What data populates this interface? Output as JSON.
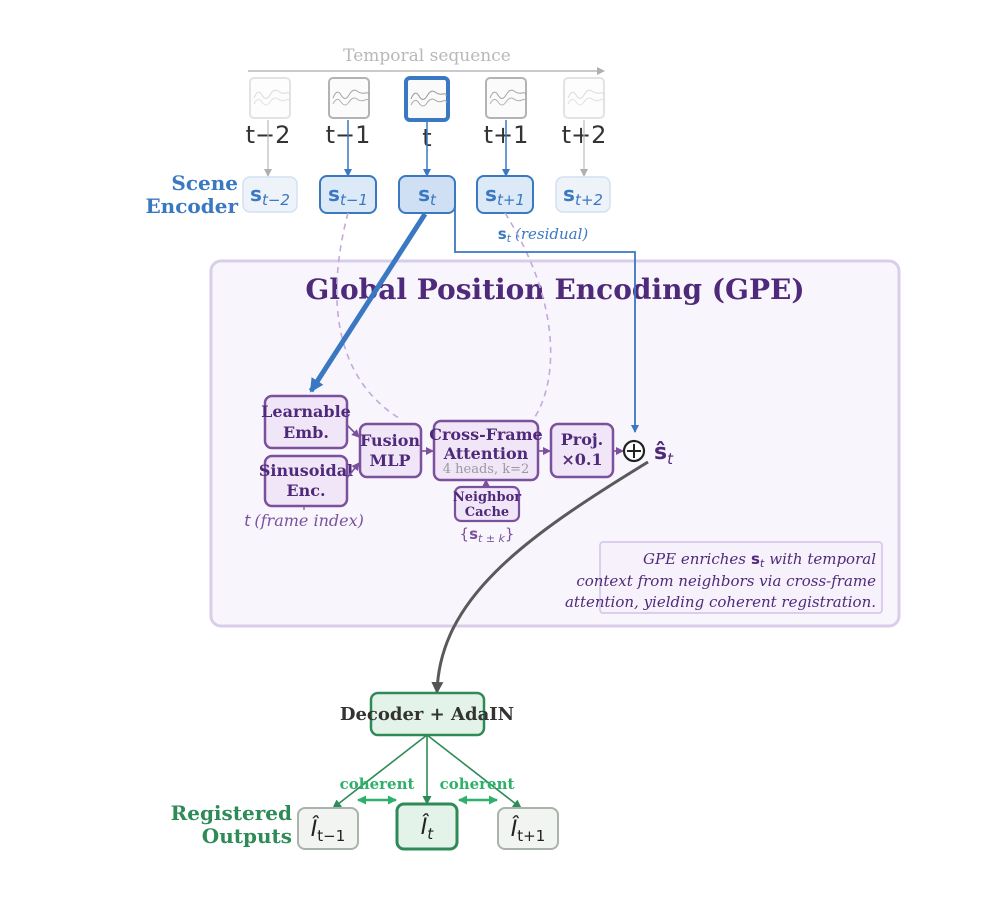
{
  "colors": {
    "blue": "#3a78c2",
    "blue_fill": "#dce9f7",
    "blue_light": "#e8f0fa",
    "purple": "#7b519d",
    "purple_text": "#4f2a7a",
    "purple_fill": "#f0e6f7",
    "panel_fill": "#f8f6fc",
    "panel_border": "#d9cdea",
    "green": "#2e8b57",
    "green_fill": "#e4f3e9",
    "gray_box": "#f1f4f1",
    "gray": "#9a9a9a"
  },
  "temporal": {
    "label": "Temporal sequence",
    "frames": [
      {
        "label": "t−2"
      },
      {
        "label": "t−1"
      },
      {
        "label": "t"
      },
      {
        "label": "t+1"
      },
      {
        "label": "t+2"
      }
    ]
  },
  "scene_encoder": {
    "label_line1": "Scene",
    "label_line2": "Encoder",
    "tokens": [
      {
        "base": "s",
        "sub": "t−2"
      },
      {
        "base": "s",
        "sub": "t−1"
      },
      {
        "base": "s",
        "sub": "t"
      },
      {
        "base": "s",
        "sub": "t+1"
      },
      {
        "base": "s",
        "sub": "t+2"
      }
    ],
    "residual": {
      "base": "s",
      "sub": "t",
      "text": "(residual)"
    }
  },
  "gpe": {
    "title": "Global Position Encoding (GPE)",
    "learnable": [
      "Learnable",
      "Emb."
    ],
    "sinusoidal": [
      "Sinusoidal",
      "Enc."
    ],
    "frame_index": {
      "var": "t",
      "text": "(frame index)"
    },
    "fusion": [
      "Fusion",
      "MLP"
    ],
    "cross_frame": [
      "Cross-Frame",
      "Attention"
    ],
    "heads_note": "4 heads, k=2",
    "neighbor_cache": [
      "Neighbor",
      "Cache"
    ],
    "neighbor_set": {
      "open": "{",
      "base": "s",
      "sub": "t ± k",
      "close": "}"
    },
    "proj": [
      "Proj.",
      "×0.1"
    ],
    "oplus": "⊕",
    "output": {
      "base": "ŝ",
      "sub": "t"
    },
    "note": {
      "line1_pre": "GPE enriches",
      "line1_var": "s",
      "line1_sub": "t",
      "line1_post": "with temporal",
      "line2": "context from neighbors via cross-frame",
      "line3": "attention, yielding coherent registration."
    }
  },
  "decoder": {
    "label": "Decoder + AdaIN"
  },
  "outputs": {
    "label_line1": "Registered",
    "label_line2": "Outputs",
    "coherent": "coherent",
    "items": [
      {
        "base": "Î",
        "sub": "t−1"
      },
      {
        "base": "Î",
        "sub": "t"
      },
      {
        "base": "Î",
        "sub": "t+1"
      }
    ]
  }
}
